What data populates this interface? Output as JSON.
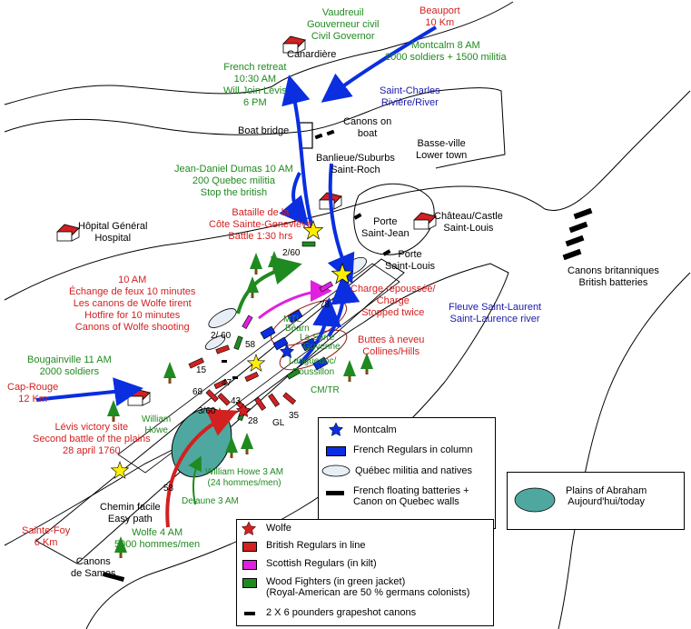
{
  "places": {
    "beauport": "Beauport",
    "beauport_dist": "10 Km",
    "vaudreuil": "Vaudreuil",
    "vaudreuil_fr": "Gouverneur civil",
    "vaudreuil_en": "Civil Governor",
    "canardiere": "Canardière",
    "montcalm_am": "Montcalm 8 AM",
    "montcalm_force": "2000 soldiers + 1500 militia",
    "saint_charles_1": "Saint-Charles",
    "saint_charles_2": "Rivière/River",
    "boat_bridge": "Boat bridge",
    "canons_boat_1": "Canons on",
    "canons_boat_2": "boat",
    "banlieue_1": "Banlieue/Suburbs",
    "banlieue_2": "Saint-Roch",
    "basse_ville_1": "Basse-ville",
    "basse_ville_2": "Lower town",
    "hopital_1": "Hôpital Général",
    "hopital_2": "Hospital",
    "porte_sj_1": "Porte",
    "porte_sj_2": "Saint-Jean",
    "porte_sl_1": "Porte",
    "porte_sl_2": "Saint-Louis",
    "chateau_1": "Château/Castle",
    "chateau_2": "Saint-Louis",
    "canons_brit_1": "Canons britanniques",
    "canons_brit_2": "British batteries",
    "fleuve_1": "Fleuve Saint-Laurent",
    "fleuve_2": "Saint-Laurence river",
    "cap_rouge_1": "Cap-Rouge",
    "cap_rouge_2": "12 Km",
    "sainte_foy_1": "Sainte-Foy",
    "sainte_foy_2": "6 Km",
    "canons_samos_1": "Canons",
    "canons_samos_2": "de Samos",
    "chemin_1": "Chemin facile",
    "chemin_2": "Easy path",
    "william_howe_1": "William",
    "william_howe_2": "Howe",
    "buttes_1": "Buttes à neveu",
    "buttes_2": "Collines/Hills"
  },
  "events": {
    "retreat": [
      "French retreat",
      "10:30 AM",
      "Will Join Lévis",
      "6 PM"
    ],
    "dumas": [
      "Jean-Daniel Dumas 10 AM",
      "200 Quebec militia",
      "Stop the british"
    ],
    "bataille": [
      "Bataille de la",
      "Côte Sainte-Geneviève",
      "Battle 1:30 hrs"
    ],
    "feux": [
      "10 AM",
      "Échange de feux 10 minutes",
      "Les canons de Wolfe tirent",
      "Hotfire for 10 minutes",
      "Canons of Wolfe shooting"
    ],
    "bougainville": [
      "Bougainville 11 AM",
      "2000 soldiers"
    ],
    "levis": [
      "Lévis victory site",
      "Second battle of the plains",
      "28 april 1760"
    ],
    "charge": [
      "Charge repoussée/",
      "Charge",
      "Stopped twice"
    ],
    "howe_3am": [
      "William Howe 3 AM",
      "(24 hommes/men)"
    ],
    "delaune": "Delaune 3 AM",
    "wolfe_4am": [
      "Wolfe 4 AM",
      "5000 hommes/men"
    ]
  },
  "units": {
    "u_2_60_top": "2/60",
    "u_2_60_left": "2/ 60",
    "u_58": "58",
    "u_15": "15",
    "u_47": "47",
    "u_68": "68",
    "u_43": "43",
    "u_3_60": "3/60",
    "u_28": "28",
    "u_gl": "GL",
    "u_35": "35",
    "u_58_low": "58",
    "u_78": "78",
    "mtl": "MTL",
    "bearn": "Béarn",
    "guyenne": "Guyenne",
    "languedoc": "Languedoc/",
    "roussillon": "Roussillon",
    "cm_tr": "CM/TR",
    "la_sarre": "La Sarre"
  },
  "legend_french": {
    "montcalm": "Montcalm",
    "regulars": "French Regulars in column",
    "militia": "Québec militia and natives",
    "batteries_1": "French floating batteries +",
    "batteries_2": "Canon on Quebec walls"
  },
  "legend_plains": {
    "line1": "Plains of Abraham",
    "line2": "Aujourd'hui/today"
  },
  "legend_british": {
    "wolfe": "Wolfe",
    "regulars": "British Regulars in line",
    "scottish": "Scottish Regulars (in kilt)",
    "wood_1": "Wood Fighters (in green jacket)",
    "wood_2": "(Royal-American are 50 % germans colonists)",
    "canons": "2 X 6 pounders grapeshot canons"
  },
  "colors": {
    "red": "#d32020",
    "green": "#1f8a1f",
    "blue": "#1a1aa8",
    "french_blue": "#0a2ee0",
    "magenta": "#e020e0",
    "plains": "#4fa8a0",
    "star": "#ffee00"
  }
}
